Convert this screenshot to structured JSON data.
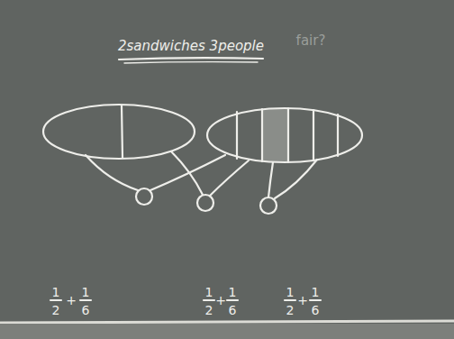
{
  "diagram": {
    "title": "2sandwiches 3people",
    "labels": [
      "fair?",
      "1",
      "2",
      "+",
      "1",
      "6",
      "1",
      "2",
      "+",
      "1",
      "6",
      "1",
      "2",
      "+",
      "1",
      "6"
    ]
  }
}
